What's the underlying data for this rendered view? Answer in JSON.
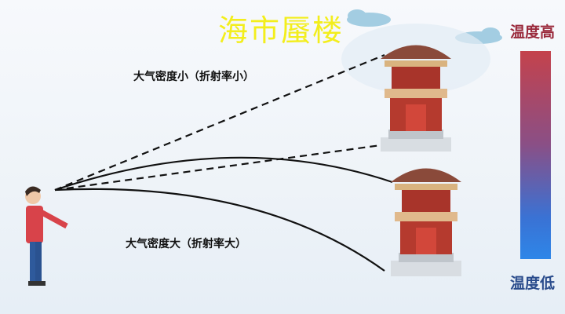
{
  "title": "海市蜃楼",
  "labels": {
    "low_density": "大气密度小（折射率小）",
    "high_density": "大气密度大（折射率大）"
  },
  "temperature": {
    "high": "温度高",
    "low": "温度低",
    "high_color": "#c4424c",
    "low_color": "#2e86e8"
  }
}
